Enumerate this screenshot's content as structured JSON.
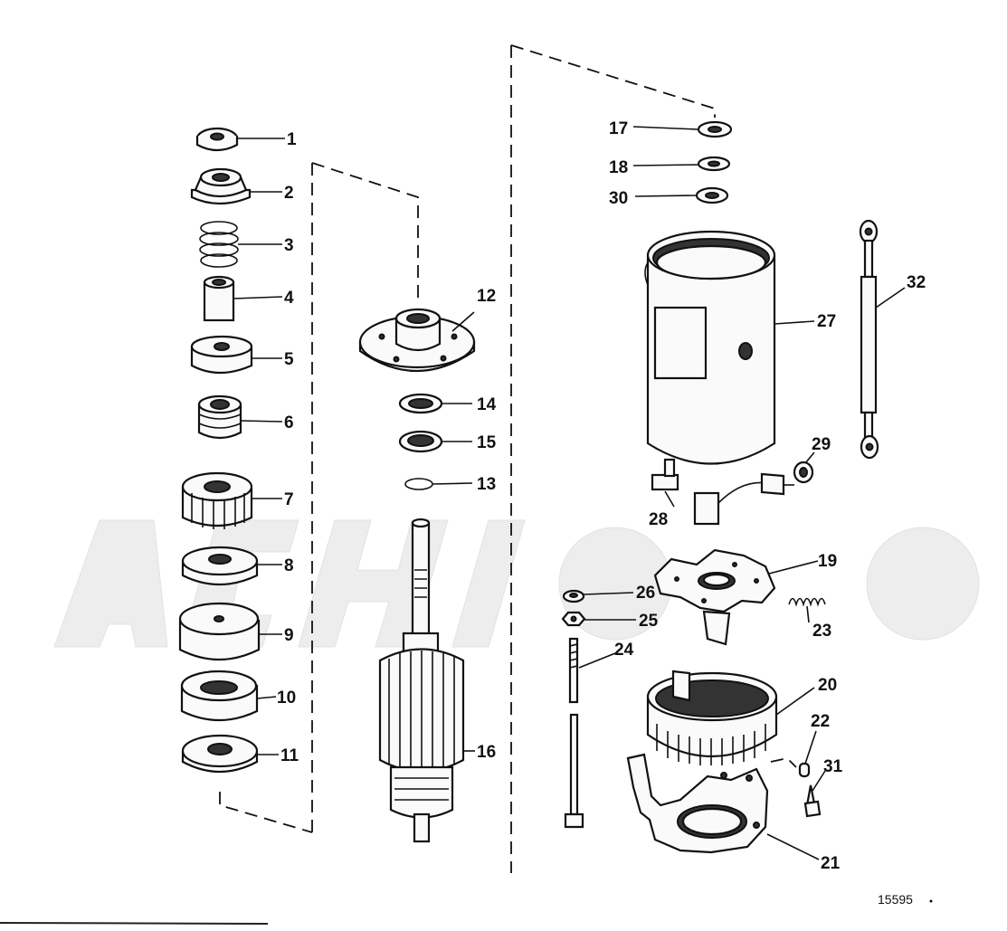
{
  "diagram": {
    "reference_number": "15595",
    "watermark": "",
    "callouts": [
      {
        "id": "1",
        "label": "1"
      },
      {
        "id": "2",
        "label": "2"
      },
      {
        "id": "3",
        "label": "3"
      },
      {
        "id": "4",
        "label": "4"
      },
      {
        "id": "5",
        "label": "5"
      },
      {
        "id": "6",
        "label": "6"
      },
      {
        "id": "7",
        "label": "7"
      },
      {
        "id": "8",
        "label": "8"
      },
      {
        "id": "9",
        "label": "9"
      },
      {
        "id": "10",
        "label": "10"
      },
      {
        "id": "11",
        "label": "11"
      },
      {
        "id": "12",
        "label": "12"
      },
      {
        "id": "13",
        "label": "13"
      },
      {
        "id": "14",
        "label": "14"
      },
      {
        "id": "15",
        "label": "15"
      },
      {
        "id": "16",
        "label": "16"
      },
      {
        "id": "17",
        "label": "17"
      },
      {
        "id": "18",
        "label": "18"
      },
      {
        "id": "19",
        "label": "19"
      },
      {
        "id": "20",
        "label": "20"
      },
      {
        "id": "21",
        "label": "21"
      },
      {
        "id": "22",
        "label": "22"
      },
      {
        "id": "23",
        "label": "23"
      },
      {
        "id": "24",
        "label": "24"
      },
      {
        "id": "25",
        "label": "25"
      },
      {
        "id": "26",
        "label": "26"
      },
      {
        "id": "27",
        "label": "27"
      },
      {
        "id": "28",
        "label": "28"
      },
      {
        "id": "29",
        "label": "29"
      },
      {
        "id": "30",
        "label": "30"
      },
      {
        "id": "31",
        "label": "31"
      },
      {
        "id": "32",
        "label": "32"
      }
    ]
  }
}
